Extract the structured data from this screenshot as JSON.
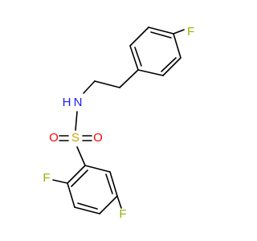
{
  "molecule": {
    "atoms": {
      "f_top": {
        "symbol": "F",
        "color": "#8db800"
      },
      "n": {
        "symbol": "N",
        "color": "#1a1aff"
      },
      "h": {
        "symbol": "H",
        "color": "#1a1aff"
      },
      "s": {
        "symbol": "S",
        "color": "#c8a400"
      },
      "o_left": {
        "symbol": "O",
        "color": "#ff0000"
      },
      "o_right": {
        "symbol": "O",
        "color": "#ff0000"
      },
      "f_left": {
        "symbol": "F",
        "color": "#8db800"
      },
      "f_bottom": {
        "symbol": "F",
        "color": "#8db800"
      }
    }
  }
}
